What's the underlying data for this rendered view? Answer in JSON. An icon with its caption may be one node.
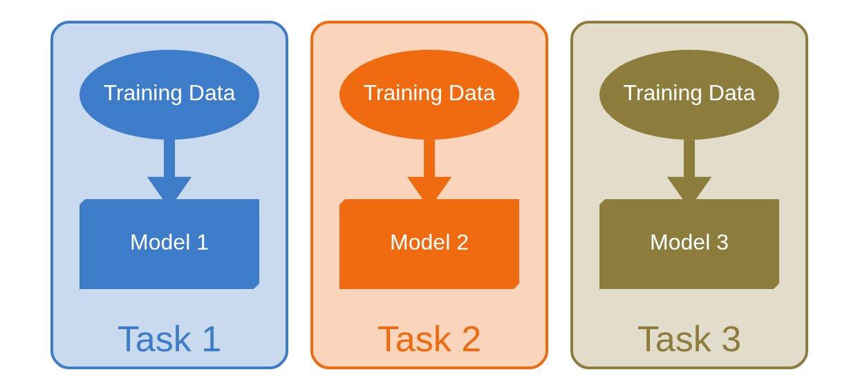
{
  "diagram": {
    "nodes": [
      {
        "text": [
          "Task 1"
        ]
      },
      {
        "text": [
          "Training Data"
        ],
        "in": 0
      },
      {
        "text": [
          "Model 1"
        ],
        "in": 0
      },
      {
        "text": [
          "Task 2"
        ]
      },
      {
        "text": [
          "Training Data"
        ],
        "in": 3
      },
      {
        "text": [
          "Model 2"
        ],
        "in": 3
      },
      {
        "text": [
          "Task 3"
        ]
      },
      {
        "text": [
          "Training Data"
        ],
        "in": 6
      },
      {
        "text": [
          "Model 3"
        ],
        "in": 6
      }
    ],
    "edges": [
      {
        "from": 1,
        "to": 2,
        "arrow": "to",
        "color": "#3d7cc9"
      },
      {
        "from": 4,
        "to": 5,
        "arrow": "to",
        "color": "#f06a0f"
      },
      {
        "from": 7,
        "to": 8,
        "arrow": "to",
        "color": "#8c7d3c"
      }
    ]
  }
}
